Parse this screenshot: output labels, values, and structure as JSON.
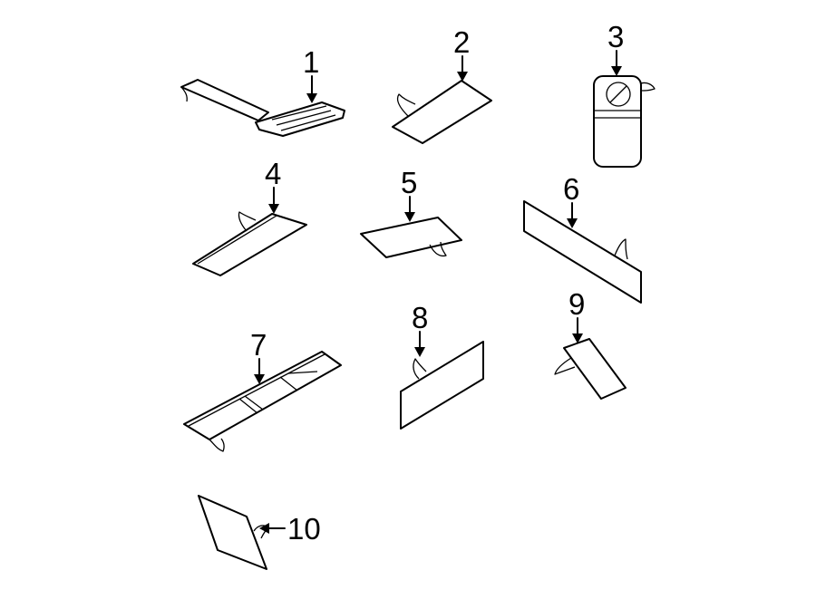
{
  "diagram": {
    "callouts": [
      {
        "id": 1,
        "label": "1"
      },
      {
        "id": 2,
        "label": "2"
      },
      {
        "id": 3,
        "label": "3"
      },
      {
        "id": 4,
        "label": "4"
      },
      {
        "id": 5,
        "label": "5"
      },
      {
        "id": 6,
        "label": "6"
      },
      {
        "id": 7,
        "label": "7"
      },
      {
        "id": 8,
        "label": "8"
      },
      {
        "id": 9,
        "label": "9"
      },
      {
        "id": 10,
        "label": "10"
      }
    ]
  }
}
